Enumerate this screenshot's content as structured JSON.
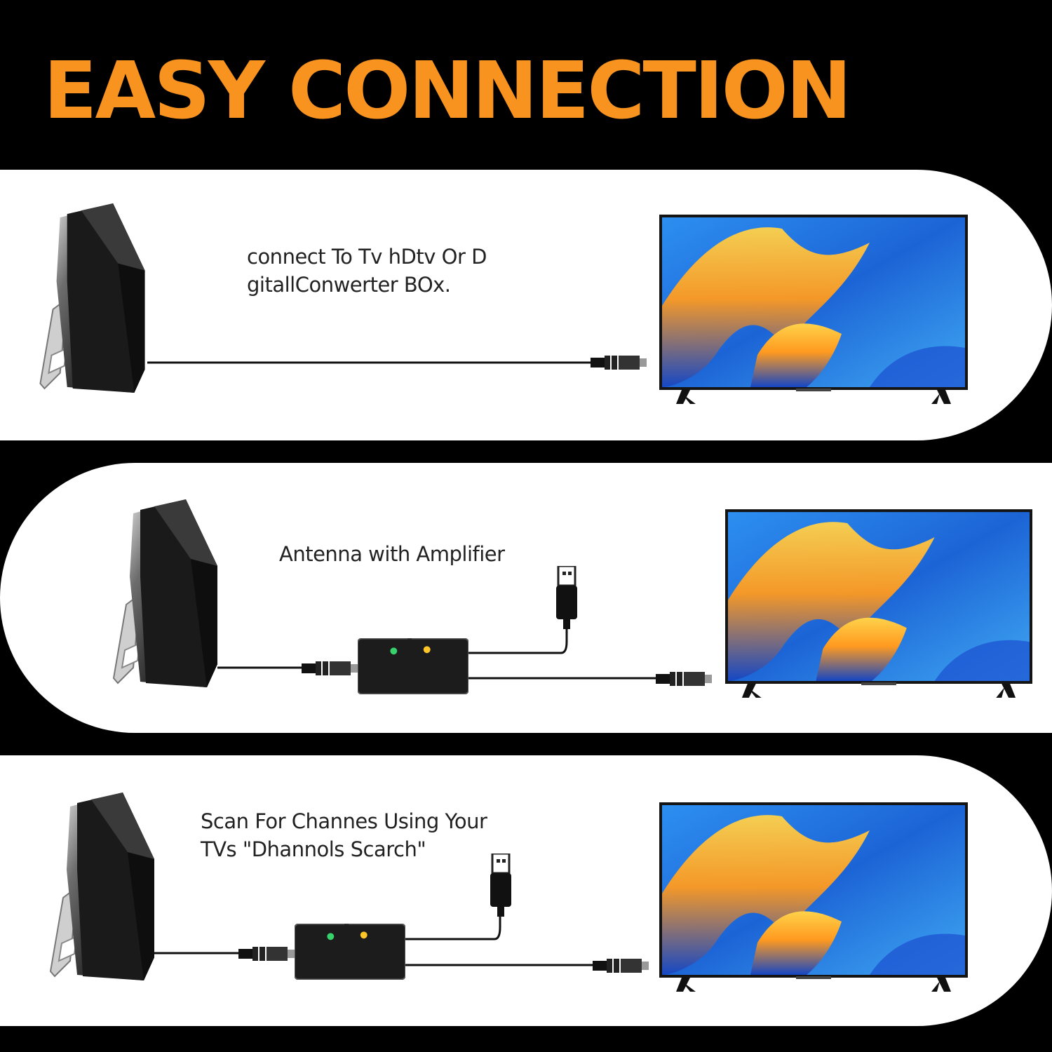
{
  "title": "EASY CONNECTION",
  "colors": {
    "title": "#f7931e",
    "background": "#000000",
    "panel": "#ffffff"
  },
  "steps": [
    {
      "caption_line1": "connect To Tv hDtv Or D",
      "caption_line2": "gitallConwerter BOx."
    },
    {
      "caption_line1": "Antenna with Amplifier"
    },
    {
      "caption_line1": "Scan For Channes Using Your",
      "caption_line2": "TVs \"Dhannols Scarch\""
    }
  ]
}
